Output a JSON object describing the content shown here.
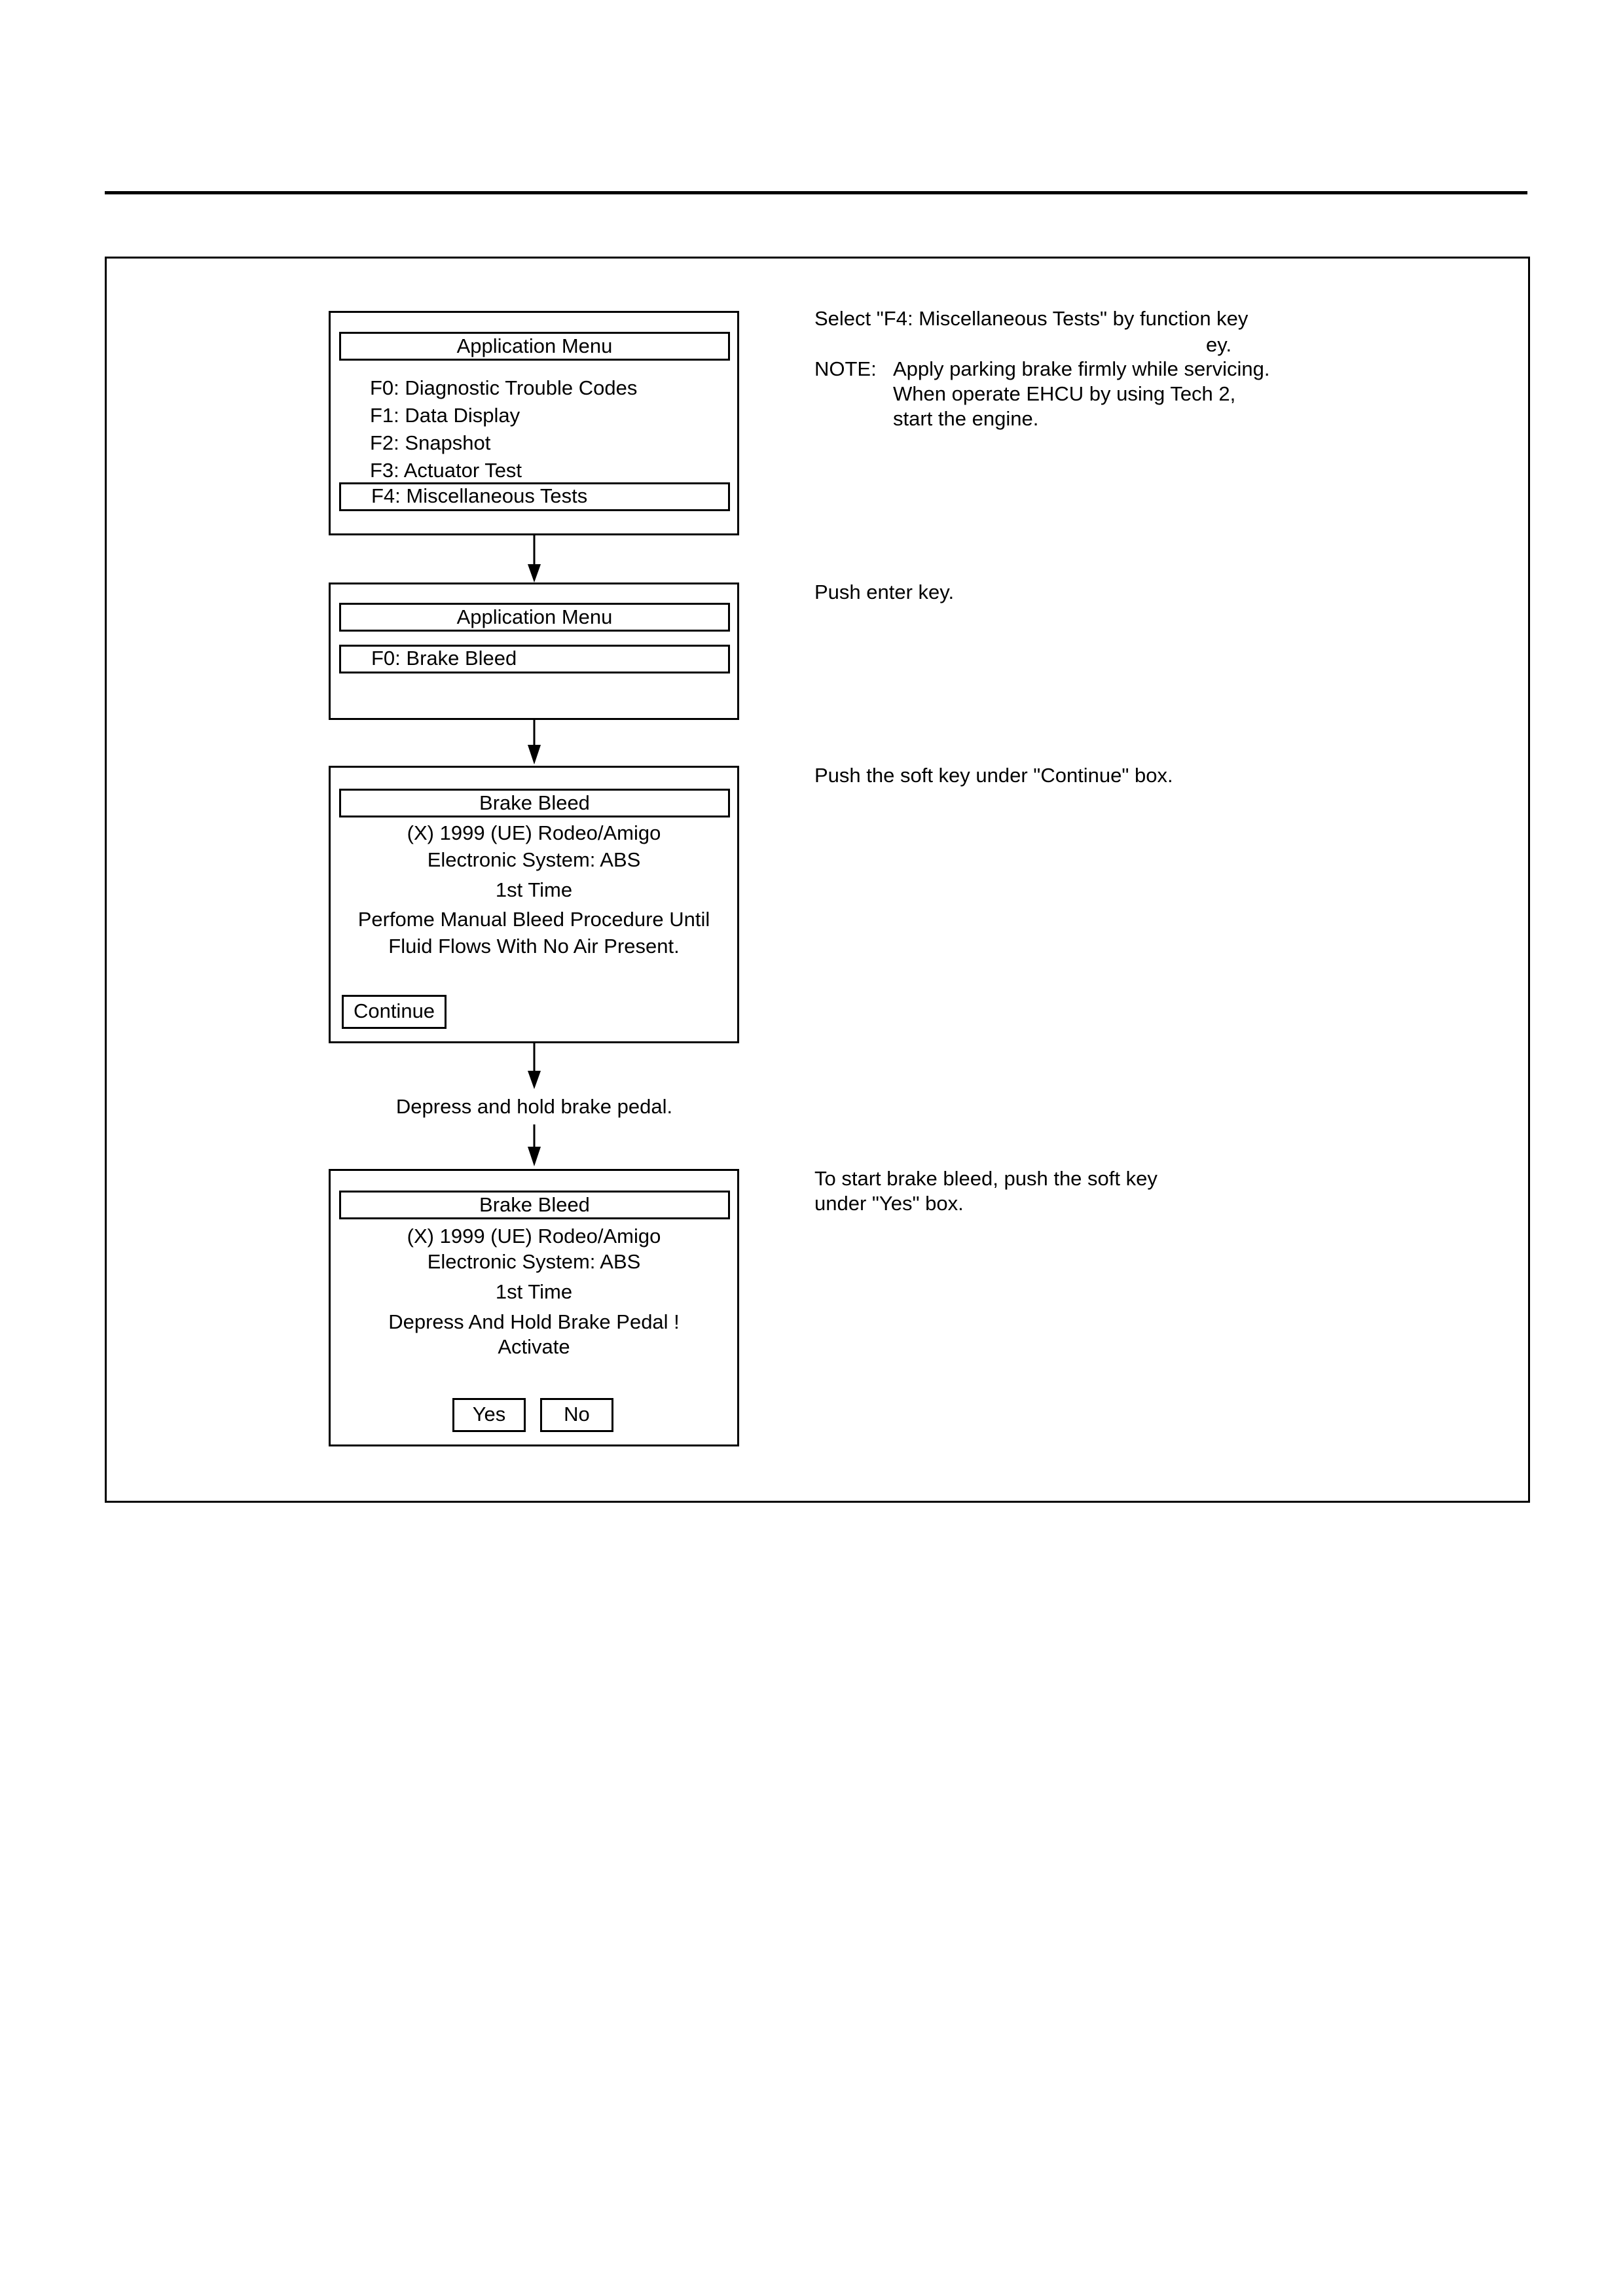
{
  "screens": {
    "s1": {
      "title": "Application Menu",
      "items": [
        "F0: Diagnostic Trouble Codes",
        "F1: Data Display",
        "F2: Snapshot",
        "F3: Actuator Test",
        "F4: Miscellaneous Tests"
      ]
    },
    "s2": {
      "title": "Application Menu",
      "item": "F0: Brake Bleed"
    },
    "s3": {
      "title": "Brake Bleed",
      "lines": [
        "(X) 1999  (UE) Rodeo/Amigo",
        "Electronic System: ABS",
        "1st Time",
        "Perfome Manual Bleed Procedure Until",
        "Fluid Flows With No Air Present."
      ],
      "button": "Continue"
    },
    "s4": {
      "title": "Brake Bleed",
      "lines": [
        "(X) 1999  (UE) Rodeo/Amigo",
        "Electronic System: ABS",
        "1st Time",
        "Depress And Hold Brake Pedal !",
        "Activate"
      ],
      "yes": "Yes",
      "no": "No"
    }
  },
  "between_step": "Depress and hold brake pedal.",
  "instructions": {
    "step1": {
      "line1": "Select \"F4: Miscellaneous Tests\" by function key",
      "line1_cont": "ey.",
      "note_label": "NOTE:",
      "note_lines": [
        "Apply parking brake firmly while servicing.",
        "When operate EHCU by using Tech 2,",
        "start the engine."
      ]
    },
    "step2": "Push enter key.",
    "step3": "Push the soft key under \"Continue\" box.",
    "step4": [
      "To start brake bleed, push the soft key",
      "under \"Yes\" box."
    ]
  }
}
